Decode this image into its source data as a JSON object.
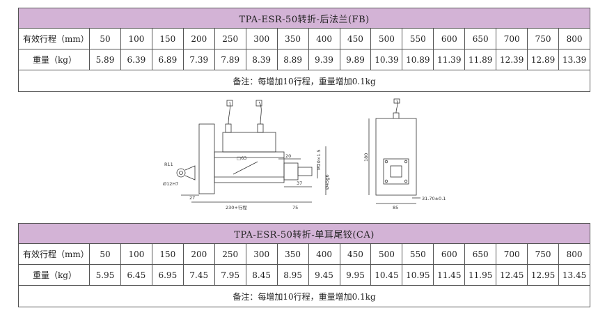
{
  "table_fb": {
    "title": "TPA-ESR-50转折-后法兰(FB)",
    "stroke_label": "有效行程（mm）",
    "weight_label": "重量（kg）",
    "strokes": [
      "50",
      "100",
      "150",
      "200",
      "250",
      "300",
      "350",
      "400",
      "450",
      "500",
      "550",
      "600",
      "650",
      "700",
      "750",
      "800"
    ],
    "weights": [
      "5.89",
      "6.39",
      "6.89",
      "7.39",
      "7.89",
      "8.39",
      "8.89",
      "9.39",
      "9.89",
      "10.39",
      "10.89",
      "11.39",
      "11.89",
      "12.39",
      "12.89",
      "13.39"
    ],
    "note": "备注：每增加10行程，重量增加0.1kg"
  },
  "drawing": {
    "r11": "R11",
    "bore": "Ø12H7",
    "square": "□63",
    "dim_20": "20",
    "mod": "M20×1.5",
    "rod_dia": "Ø45g6",
    "dim_37": "37",
    "dim_27": "27",
    "dim_230": "230+行程",
    "dim_75": "75",
    "dim_180": "180",
    "dim_85": "85",
    "flange_hole": "31.70±0.1"
  },
  "table_ca": {
    "title": "TPA-ESR-50转折-单耳尾铰(CA)",
    "stroke_label": "有效行程（mm）",
    "weight_label": "重量（kg）",
    "strokes": [
      "50",
      "100",
      "150",
      "200",
      "250",
      "300",
      "350",
      "400",
      "450",
      "500",
      "550",
      "600",
      "650",
      "700",
      "750",
      "800"
    ],
    "weights": [
      "5.95",
      "6.45",
      "6.95",
      "7.45",
      "7.95",
      "8.45",
      "8.95",
      "9.45",
      "9.95",
      "10.45",
      "10.95",
      "11.45",
      "11.95",
      "12.45",
      "12.95",
      "13.45"
    ],
    "note": "备注：每增加10行程，重量增加0.1kg"
  }
}
